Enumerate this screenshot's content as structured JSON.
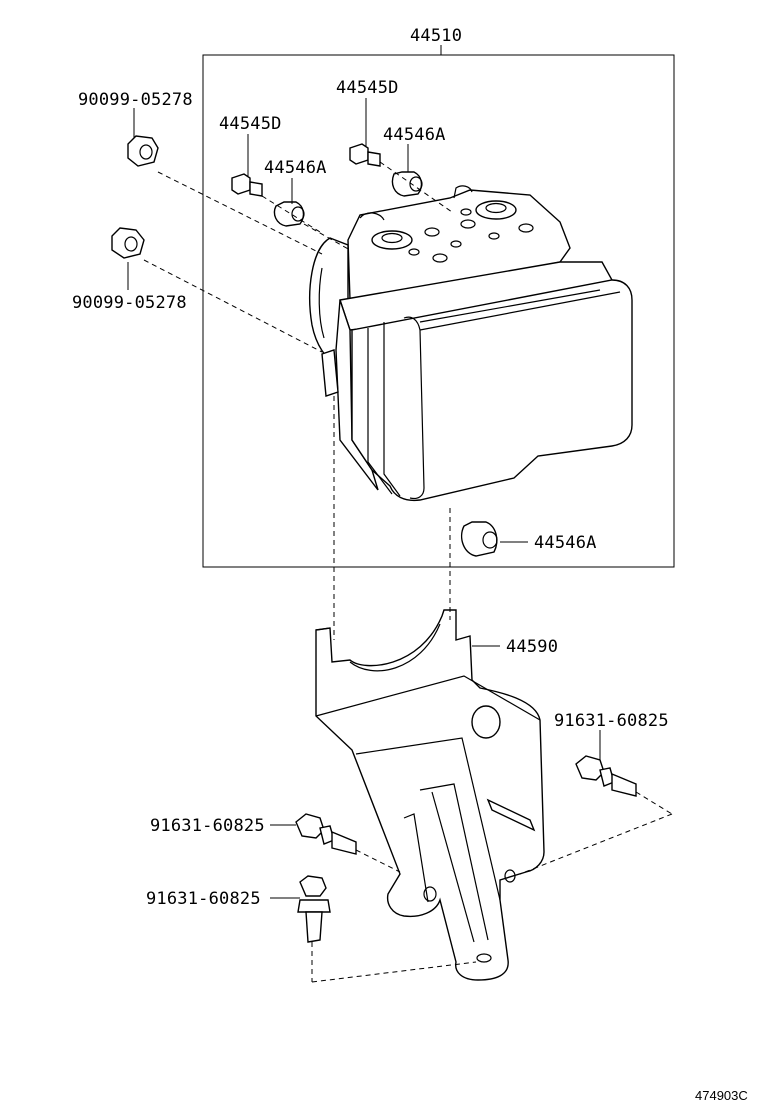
{
  "diagram": {
    "type": "exploded-parts-diagram",
    "illustration_code": "474903C",
    "labels": [
      {
        "key": "assembly",
        "text": "44510"
      },
      {
        "key": "nut_upper",
        "text": "90099-05278"
      },
      {
        "key": "nut_lower",
        "text": "90099-05278"
      },
      {
        "key": "stud_left",
        "text": "44545D"
      },
      {
        "key": "stud_right",
        "text": "44545D"
      },
      {
        "key": "cushion_left",
        "text": "44546A"
      },
      {
        "key": "cushion_right",
        "text": "44546A"
      },
      {
        "key": "cushion_bottom",
        "text": "44546A"
      },
      {
        "key": "bracket",
        "text": "44590"
      },
      {
        "key": "bolt_right",
        "text": "91631-60825"
      },
      {
        "key": "bolt_mid",
        "text": "91631-60825"
      },
      {
        "key": "bolt_low",
        "text": "91631-60825"
      }
    ],
    "parts": [
      {
        "key": "abs_actuator",
        "icon": "abs-actuator-icon"
      },
      {
        "key": "bracket",
        "icon": "mounting-bracket-icon"
      },
      {
        "key": "nut",
        "icon": "flange-nut-icon"
      },
      {
        "key": "stud",
        "icon": "stud-bolt-icon"
      },
      {
        "key": "cushion",
        "icon": "rubber-cushion-icon"
      },
      {
        "key": "bolt",
        "icon": "flange-bolt-icon"
      }
    ],
    "colors": {
      "ink": "#000000",
      "background": "#ffffff"
    }
  }
}
